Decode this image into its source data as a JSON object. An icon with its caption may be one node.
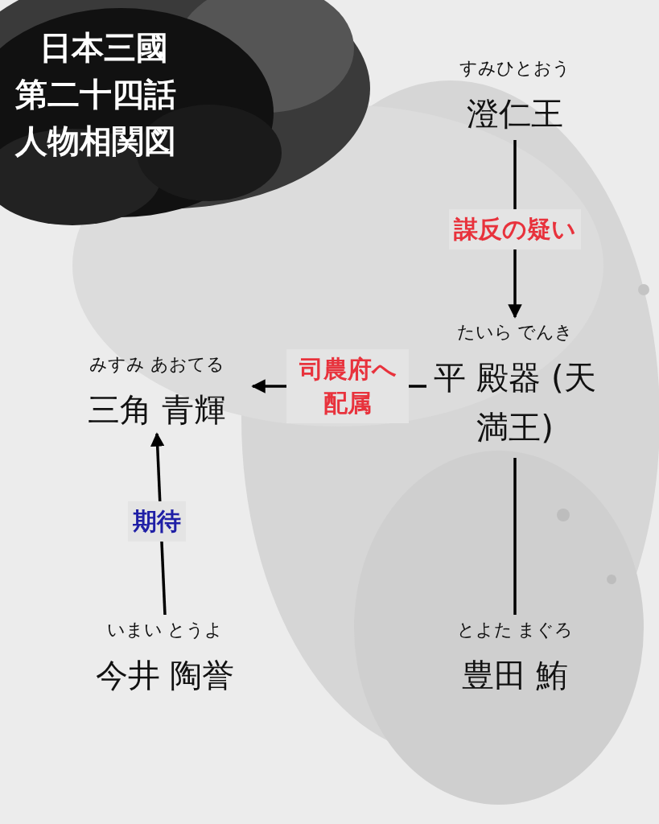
{
  "diagram": {
    "title": "日本三國第二十四話人物相関図",
    "nodes": [
      {
        "text": [
          "すみひとおう",
          "澄仁王"
        ]
      },
      {
        "text": [
          "たいら でんき",
          "平 殿器 (天満王)"
        ]
      },
      {
        "text": [
          "みすみ あおてる",
          "三角 青輝"
        ]
      },
      {
        "text": [
          "いまい とうよ",
          "今井 陶誉"
        ]
      },
      {
        "text": [
          "とよた まぐろ",
          "豊田 鮪"
        ]
      }
    ],
    "edges": [
      {
        "from": 0,
        "to": 1,
        "arrow": "to",
        "label": "謀反の疑い"
      },
      {
        "from": 1,
        "to": 2,
        "arrow": "to",
        "label": "司農府へ配属"
      },
      {
        "from": 3,
        "to": 2,
        "arrow": "to",
        "label": "期待"
      },
      {
        "from": 1,
        "to": 4,
        "arrow": "none"
      }
    ]
  }
}
